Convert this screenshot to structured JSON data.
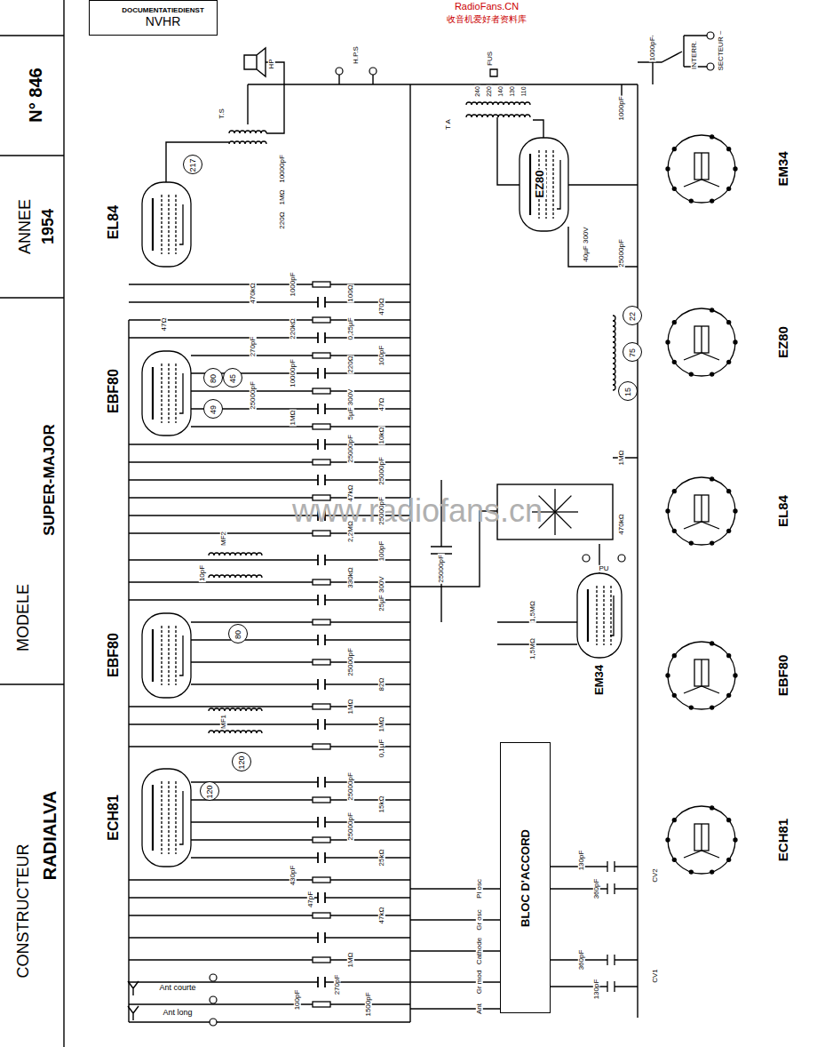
{
  "diagram": {
    "nodes": [
      {
        "text": [
          "DOCUMENTATIEDIENST",
          "NVHR"
        ]
      },
      {
        "text": [
          "N° 846"
        ]
      },
      {
        "text": [
          "ANNEE",
          "1954"
        ]
      },
      {
        "text": [
          "MODELE",
          "SUPER-MAJOR"
        ]
      },
      {
        "text": [
          "CONSTRUCTEUR",
          "RADIALVA"
        ]
      },
      {
        "text": [
          "BLOC D'ACCORD"
        ]
      },
      {
        "text": [
          "217"
        ]
      },
      {
        "text": [
          "80"
        ]
      },
      {
        "text": [
          "45"
        ]
      },
      {
        "text": [
          "49"
        ]
      },
      {
        "text": [
          "80"
        ]
      },
      {
        "text": [
          "120"
        ]
      },
      {
        "text": [
          "120"
        ]
      },
      {
        "text": [
          "22"
        ]
      },
      {
        "text": [
          "75"
        ]
      },
      {
        "text": [
          "15"
        ]
      }
    ],
    "labels": [
      "RadioFans.CN",
      "收音机爱好者资料库",
      "www.radiofans.cn",
      "EL84",
      "EBF80",
      "EBF80",
      "ECH81",
      "EZ80",
      "EM34",
      "EM34",
      "EZ80",
      "EL84",
      "EBF80",
      "ECH81",
      "T.S",
      "HP",
      "H.P.S",
      "10000pF",
      "1MΩ",
      "220Ω",
      "470kΩ",
      "1000pF",
      "100Ω",
      "220kΩ",
      "10000pF",
      "270pF",
      "0,25µF",
      "470Ω",
      "47Ω",
      "25000pF",
      "220Ω",
      "100pF",
      "47Ω",
      "5µF 300V",
      "1MΩ",
      "25000pF",
      "10kΩ",
      "25000pF",
      "MF2",
      "10pF",
      "47kΩ",
      "25000pF",
      "2,2MΩ",
      "100pF",
      "330kΩ",
      "25µF 300V",
      "25000pF",
      "1,5MΩ",
      "1,5MΩ",
      "1MΩ",
      "470kΩ",
      "PU",
      "25000pF",
      "82Ω",
      "1MΩ",
      "1MΩ",
      "0,1µF",
      "MF1",
      "25000pF",
      "15kΩ",
      "25000pF",
      "25kΩ",
      "430pF",
      "47pF",
      "47kΩ",
      "1MΩ",
      "270pF",
      "100pF",
      "1500pF",
      "Ant courte",
      "Ant long",
      "Pl osc",
      "Gr osc",
      "Cathode",
      "Gr mod",
      "Ant",
      "130pF",
      "360pF",
      "CV2",
      "360pF",
      "130pF",
      "CV1",
      "FUS",
      "240",
      "220",
      "140",
      "130",
      "110",
      "T A",
      "1000pF",
      "1000pF",
      "INTERR.",
      "SECTEUR ~",
      "40µF 300V",
      "25000pF"
    ]
  }
}
